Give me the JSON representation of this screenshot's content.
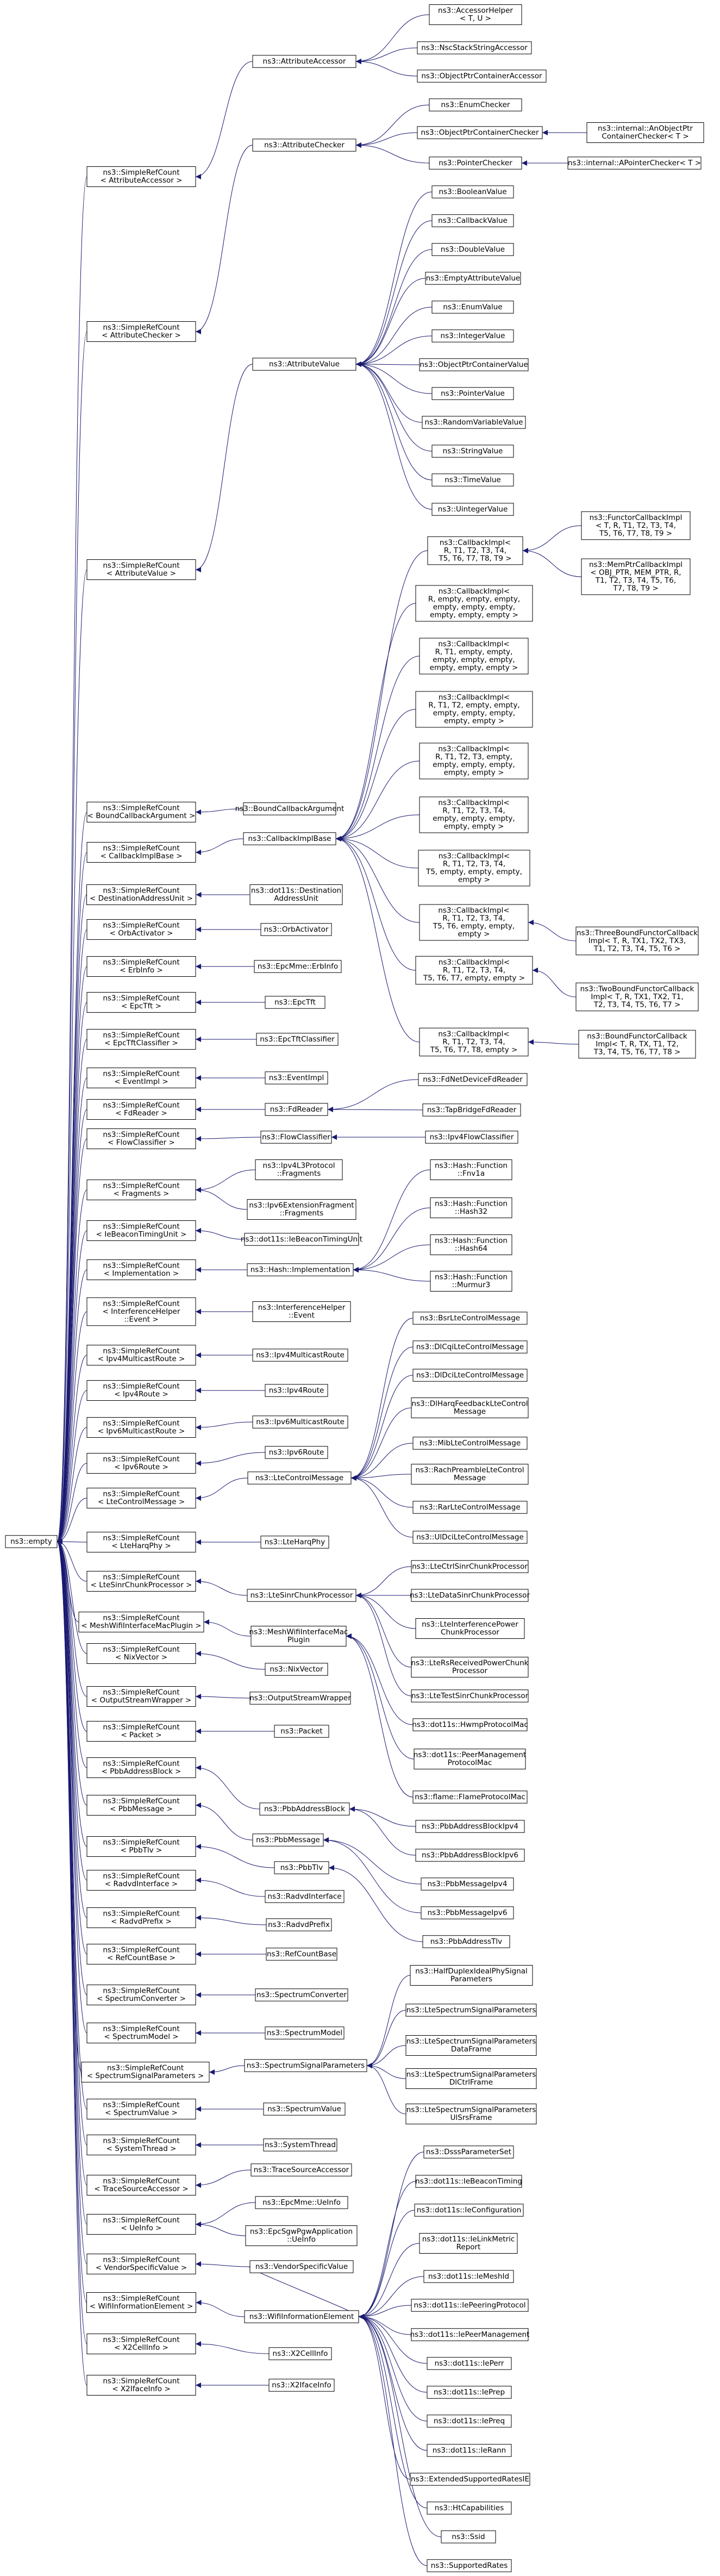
{
  "edge_color": "#191970",
  "nodes": {
    "empty": "ns3::empty",
    "srcAttributeAccessor": "ns3::SimpleRefCount\n< AttributeAccessor >",
    "attributeAccessor": "ns3::AttributeAccessor",
    "accessorHelper": "ns3::AccessorHelper\n< T, U >",
    "nsc": "ns3::NscStackStringAccessor",
    "optrAccessor": "ns3::ObjectPtrContainerAccessor",
    "srcAttributeChecker": "ns3::SimpleRefCount\n< AttributeChecker >",
    "attributeChecker": "ns3::AttributeChecker",
    "enumChecker": "ns3::EnumChecker",
    "optrChecker": "ns3::ObjectPtrContainerChecker",
    "anOptrChecker": "ns3::internal::AnObjectPtr\nContainerChecker< T >",
    "pointerChecker": "ns3::PointerChecker",
    "aPointerChecker": "ns3::internal::APointerChecker< T >",
    "srcAttributeValue": "ns3::SimpleRefCount\n< AttributeValue >",
    "attributeValue": "ns3::AttributeValue",
    "booleanValue": "ns3::BooleanValue",
    "callbackValue": "ns3::CallbackValue",
    "doubleValue": "ns3::DoubleValue",
    "emptyAttributeValue": "ns3::EmptyAttributeValue",
    "enumValue": "ns3::EnumValue",
    "integerValue": "ns3::IntegerValue",
    "optrValue": "ns3::ObjectPtrContainerValue",
    "pointerValue": "ns3::PointerValue",
    "randomVariableValue": "ns3::RandomVariableValue",
    "stringValue": "ns3::StringValue",
    "timeValue": "ns3::TimeValue",
    "uintegerValue": "ns3::UintegerValue",
    "srcBoundCallbackArgument": "ns3::SimpleRefCount\n< BoundCallbackArgument >",
    "boundCallbackArgument": "ns3::BoundCallbackArgument",
    "srcCallbackImplBase": "ns3::SimpleRefCount\n< CallbackImplBase >",
    "callbackImplBase": "ns3::CallbackImplBase",
    "cbImpl9": "ns3::CallbackImpl<\nR, T1, T2, T3, T4,\nT5, T6, T7, T8, T9 >",
    "functorCallbackImpl": "ns3::FunctorCallbackImpl\n< T, R, T1, T2, T3, T4,\nT5, T6, T7, T8, T9 >",
    "memPtrCallbackImpl": "ns3::MemPtrCallbackImpl\n< OBJ_PTR, MEM_PTR, R,\nT1, T2, T3, T4, T5, T6,\nT7, T8, T9 >",
    "cbImpl0": "ns3::CallbackImpl<\nR, empty, empty, empty,\nempty, empty, empty,\nempty, empty, empty >",
    "cbImpl1": "ns3::CallbackImpl<\nR, T1, empty, empty,\nempty, empty, empty,\nempty, empty, empty >",
    "cbImpl2": "ns3::CallbackImpl<\nR, T1, T2, empty, empty,\nempty, empty, empty,\nempty, empty >",
    "cbImpl3": "ns3::CallbackImpl<\nR, T1, T2, T3, empty,\nempty, empty, empty,\nempty, empty >",
    "cbImpl4": "ns3::CallbackImpl<\nR, T1, T2, T3, T4,\nempty, empty, empty,\nempty, empty >",
    "cbImpl5": "ns3::CallbackImpl<\nR, T1, T2, T3, T4,\nT5, empty, empty, empty,\nempty >",
    "cbImpl6": "ns3::CallbackImpl<\nR, T1, T2, T3, T4,\nT5, T6, empty, empty,\nempty >",
    "threeBound": "ns3::ThreeBoundFunctorCallback\nImpl< T, R, TX1, TX2, TX3,\nT1, T2, T3, T4, T5, T6 >",
    "cbImpl7": "ns3::CallbackImpl<\nR, T1, T2, T3, T4,\nT5, T6, T7, empty, empty >",
    "twoBound": "ns3::TwoBoundFunctorCallback\nImpl< T, R, TX1, TX2, T1,\nT2, T3, T4, T5, T6, T7 >",
    "cbImpl8": "ns3::CallbackImpl<\nR, T1, T2, T3, T4,\nT5, T6, T7, T8, empty >",
    "boundFunctor": "ns3::BoundFunctorCallback\nImpl< T, R, TX, T1, T2,\nT3, T4, T5, T6, T7, T8 >",
    "srcDestinationAddressUnit": "ns3::SimpleRefCount\n< DestinationAddressUnit >",
    "destinationAddressUnit": "ns3::dot11s::Destination\nAddressUnit",
    "srcOrbActivator": "ns3::SimpleRefCount\n< OrbActivator >",
    "orbActivator": "ns3::OrbActivator",
    "srcErbInfo": "ns3::SimpleRefCount\n< ErbInfo >",
    "erbInfo": "ns3::EpcMme::ErbInfo",
    "srcEpcTft": "ns3::SimpleRefCount\n< EpcTft >",
    "epcTft": "ns3::EpcTft",
    "srcEpcTftClassifier": "ns3::SimpleRefCount\n< EpcTftClassifier >",
    "epcTftClassifier": "ns3::EpcTftClassifier",
    "srcEventImpl": "ns3::SimpleRefCount\n< EventImpl >",
    "eventImpl": "ns3::EventImpl",
    "srcFdReader": "ns3::SimpleRefCount\n< FdReader >",
    "fdReader": "ns3::FdReader",
    "fdNetDeviceFdReader": "ns3::FdNetDeviceFdReader",
    "tapBridgeFdReader": "ns3::TapBridgeFdReader",
    "srcFlowClassifier": "ns3::SimpleRefCount\n< FlowClassifier >",
    "flowClassifier": "ns3::FlowClassifier",
    "ipv4FlowClassifier": "ns3::Ipv4FlowClassifier",
    "srcFragments": "ns3::SimpleRefCount\n< Fragments >",
    "ipv4L3Fragments": "ns3::Ipv4L3Protocol\n::Fragments",
    "ipv6ExtFragments": "ns3::Ipv6ExtensionFragment\n::Fragments",
    "srcIeBeaconTimingUnit": "ns3::SimpleRefCount\n< IeBeaconTimingUnit >",
    "ieBeaconTimingUnit": "ns3::dot11s::IeBeaconTimingUnit",
    "srcImplementation": "ns3::SimpleRefCount\n< Implementation >",
    "hashImplementation": "ns3::Hash::Implementation",
    "fnv1a": "ns3::Hash::Function\n::Fnv1a",
    "hash32": "ns3::Hash::Function\n::Hash32",
    "hash64": "ns3::Hash::Function\n::Hash64",
    "murmur3": "ns3::Hash::Function\n::Murmur3",
    "srcInterferenceHelperEvent": "ns3::SimpleRefCount\n< InterferenceHelper\n::Event >",
    "interferenceHelperEvent": "ns3::InterferenceHelper\n::Event",
    "srcIpv4MulticastRoute": "ns3::SimpleRefCount\n< Ipv4MulticastRoute >",
    "ipv4MulticastRoute": "ns3::Ipv4MulticastRoute",
    "srcIpv4Route": "ns3::SimpleRefCount\n< Ipv4Route >",
    "ipv4Route": "ns3::Ipv4Route",
    "srcIpv6MulticastRoute": "ns3::SimpleRefCount\n< Ipv6MulticastRoute >",
    "ipv6MulticastRoute": "ns3::Ipv6MulticastRoute",
    "srcIpv6Route": "ns3::SimpleRefCount\n< Ipv6Route >",
    "ipv6Route": "ns3::Ipv6Route",
    "srcLteControlMessage": "ns3::SimpleRefCount\n< LteControlMessage >",
    "lteControlMessage": "ns3::LteControlMessage",
    "bsrLte": "ns3::BsrLteControlMessage",
    "dlCqiLte": "ns3::DlCqiLteControlMessage",
    "dlDciLte": "ns3::DlDciLteControlMessage",
    "dlHarqLte": "ns3::DlHarqFeedbackLteControl\nMessage",
    "mibLte": "ns3::MibLteControlMessage",
    "rachPreambleLte": "ns3::RachPreambleLteControl\nMessage",
    "rarLte": "ns3::RarLteControlMessage",
    "ulDciLte": "ns3::UlDciLteControlMessage",
    "srcLteHarqPhy": "ns3::SimpleRefCount\n< LteHarqPhy >",
    "lteHarqPhy": "ns3::LteHarqPhy",
    "srcLteSinrChunkProcessor": "ns3::SimpleRefCount\n< LteSinrChunkProcessor >",
    "lteSinrChunkProcessor": "ns3::LteSinrChunkProcessor",
    "lteCtrlSinr": "ns3::LteCtrlSinrChunkProcessor",
    "lteDataSinr": "ns3::LteDataSinrChunkProcessor",
    "lteInterferencePower": "ns3::LteInterferencePower\nChunkProcessor",
    "lteRsReceivedPower": "ns3::LteRsReceivedPowerChunk\nProcessor",
    "lteTestSinr": "ns3::LteTestSinrChunkProcessor",
    "srcMeshWifiInterfaceMacPlugin": "ns3::SimpleRefCount\n< MeshWifiInterfaceMacPlugin >",
    "meshWifiInterfaceMacPlugin": "ns3::MeshWifiInterfaceMac\nPlugin",
    "hwmpProtocolMac": "ns3::dot11s::HwmpProtocolMac",
    "peerManagementProtocolMac": "ns3::dot11s::PeerManagement\nProtocolMac",
    "flameProtocolMac": "ns3::flame::FlameProtocolMac",
    "srcNixVector": "ns3::SimpleRefCount\n< NixVector >",
    "nixVector": "ns3::NixVector",
    "srcOutputStreamWrapper": "ns3::SimpleRefCount\n< OutputStreamWrapper >",
    "outputStreamWrapper": "ns3::OutputStreamWrapper",
    "srcPacket": "ns3::SimpleRefCount\n< Packet >",
    "packet": "ns3::Packet",
    "srcPbbAddressBlock": "ns3::SimpleRefCount\n< PbbAddressBlock >",
    "pbbAddressBlock": "ns3::PbbAddressBlock",
    "pbbAddressBlockIpv4": "ns3::PbbAddressBlockIpv4",
    "pbbAddressBlockIpv6": "ns3::PbbAddressBlockIpv6",
    "srcPbbMessage": "ns3::SimpleRefCount\n< PbbMessage >",
    "pbbMessage": "ns3::PbbMessage",
    "pbbMessageIpv4": "ns3::PbbMessageIpv4",
    "pbbMessageIpv6": "ns3::PbbMessageIpv6",
    "srcPbbTlv": "ns3::SimpleRefCount\n< PbbTlv >",
    "pbbTlv": "ns3::PbbTlv",
    "pbbAddressTlv": "ns3::PbbAddressTlv",
    "srcRadvdInterface": "ns3::SimpleRefCount\n< RadvdInterface >",
    "radvdInterface": "ns3::RadvdInterface",
    "srcRadvdPrefix": "ns3::SimpleRefCount\n< RadvdPrefix >",
    "radvdPrefix": "ns3::RadvdPrefix",
    "srcRefCountBase": "ns3::SimpleRefCount\n< RefCountBase >",
    "refCountBase": "ns3::RefCountBase",
    "srcSpectrumConverter": "ns3::SimpleRefCount\n< SpectrumConverter >",
    "spectrumConverter": "ns3::SpectrumConverter",
    "srcSpectrumModel": "ns3::SimpleRefCount\n< SpectrumModel >",
    "spectrumModel": "ns3::SpectrumModel",
    "srcSpectrumSignalParameters": "ns3::SimpleRefCount\n< SpectrumSignalParameters >",
    "spectrumSignalParameters": "ns3::SpectrumSignalParameters",
    "halfDuplexIdealPhy": "ns3::HalfDuplexIdealPhySignal\nParameters",
    "lteSpectrumSignal": "ns3::LteSpectrumSignalParameters",
    "lteSpectrumSignalDataFrame": "ns3::LteSpectrumSignalParameters\nDataFrame",
    "lteSpectrumSignalDlCtrl": "ns3::LteSpectrumSignalParameters\nDlCtrlFrame",
    "lteSpectrumSignalUlSrs": "ns3::LteSpectrumSignalParameters\nUlSrsFrame",
    "srcSpectrumValue": "ns3::SimpleRefCount\n< SpectrumValue >",
    "spectrumValue": "ns3::SpectrumValue",
    "srcSystemThread": "ns3::SimpleRefCount\n< SystemThread >",
    "systemThread": "ns3::SystemThread",
    "srcTraceSourceAccessor": "ns3::SimpleRefCount\n< TraceSourceAccessor >",
    "traceSourceAccessor": "ns3::TraceSourceAccessor",
    "srcUeInfo": "ns3::SimpleRefCount\n< UeInfo >",
    "epcMmeUeInfo": "ns3::EpcMme::UeInfo",
    "epcSgwPgwUeInfo": "ns3::EpcSgwPgwApplication\n::UeInfo",
    "srcVendorSpecificValue": "ns3::SimpleRefCount\n< VendorSpecificValue >",
    "vendorSpecificValue": "ns3::VendorSpecificValue",
    "srcWifiInformationElement": "ns3::SimpleRefCount\n< WifiInformationElement >",
    "wifiInformationElement": "ns3::WifiInformationElement",
    "dsssParameterSet": "ns3::DsssParameterSet",
    "ieBeaconTiming": "ns3::dot11s::IeBeaconTiming",
    "ieConfiguration": "ns3::dot11s::IeConfiguration",
    "ieLinkMetricReport": "ns3::dot11s::IeLinkMetric\nReport",
    "ieMeshId": "ns3::dot11s::IeMeshId",
    "iePeeringProtocol": "ns3::dot11s::IePeeringProtocol",
    "iePeerManagement": "ns3::dot11s::IePeerManagement",
    "iePerr": "ns3::dot11s::IePerr",
    "iePrep": "ns3::dot11s::IePrep",
    "iePreq": "ns3::dot11s::IePreq",
    "ieRann": "ns3::dot11s::IeRann",
    "extendedSupportedRates": "ns3::ExtendedSupportedRatesIE",
    "htCapabilities": "ns3::HtCapabilities",
    "ssid": "ns3::Ssid",
    "supportedRates": "ns3::SupportedRates",
    "srcX2CellInfo": "ns3::SimpleRefCount\n< X2CellInfo >",
    "x2CellInfo": "ns3::X2CellInfo",
    "srcX2IfaceInfo": "ns3::SimpleRefCount\n< X2IfaceInfo >",
    "x2IfaceInfo": "ns3::X2IfaceInfo"
  }
}
